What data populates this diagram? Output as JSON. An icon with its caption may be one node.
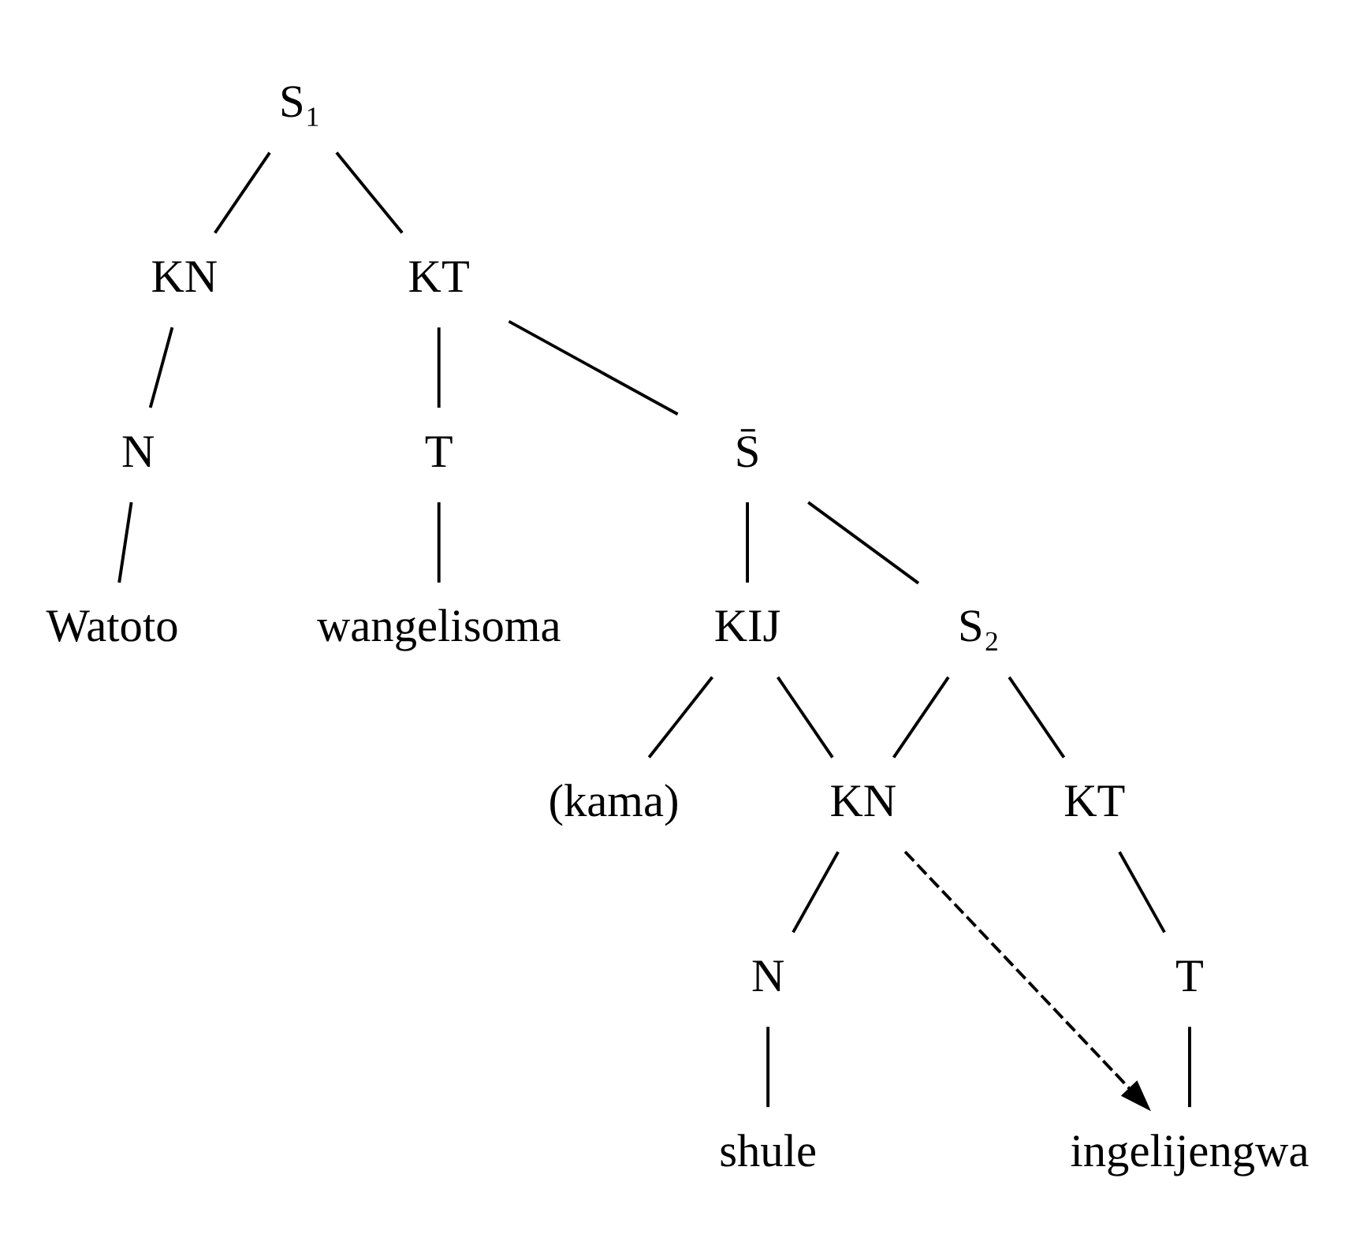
{
  "diagram": {
    "nodes": [
      {
        "text": [
          "S₁"
        ]
      },
      {
        "text": [
          "KN"
        ]
      },
      {
        "text": [
          "KT"
        ]
      },
      {
        "text": [
          "N"
        ]
      },
      {
        "text": [
          "T"
        ]
      },
      {
        "text": [
          "Watoto"
        ]
      },
      {
        "text": [
          "wangelisoma"
        ]
      },
      {
        "text": [
          "S̄"
        ]
      },
      {
        "text": [
          "KIJ"
        ]
      },
      {
        "text": [
          "S₂"
        ]
      },
      {
        "text": [
          "(kama)"
        ]
      },
      {
        "text": [
          "KN"
        ]
      },
      {
        "text": [
          "KT"
        ]
      },
      {
        "text": [
          "N"
        ]
      },
      {
        "text": [
          "T"
        ]
      },
      {
        "text": [
          "shule"
        ]
      },
      {
        "text": [
          "ingelijengwa"
        ]
      }
    ],
    "edges": [
      {
        "from": 0,
        "to": 1,
        "arrow": "none"
      },
      {
        "from": 0,
        "to": 2,
        "arrow": "none"
      },
      {
        "from": 1,
        "to": 3,
        "arrow": "none"
      },
      {
        "from": 3,
        "to": 5,
        "arrow": "none"
      },
      {
        "from": 2,
        "to": 4,
        "arrow": "none"
      },
      {
        "from": 4,
        "to": 6,
        "arrow": "none"
      },
      {
        "from": 2,
        "to": 7,
        "arrow": "none"
      },
      {
        "from": 7,
        "to": 8,
        "arrow": "none"
      },
      {
        "from": 7,
        "to": 9,
        "arrow": "none"
      },
      {
        "from": 8,
        "to": 10,
        "arrow": "none"
      },
      {
        "from": 8,
        "to": 11,
        "arrow": "none"
      },
      {
        "from": 9,
        "to": 11,
        "arrow": "none"
      },
      {
        "from": 9,
        "to": 12,
        "arrow": "none"
      },
      {
        "from": 11,
        "to": 13,
        "arrow": "none"
      },
      {
        "from": 13,
        "to": 15,
        "arrow": "none"
      },
      {
        "from": 12,
        "to": 14,
        "arrow": "none"
      },
      {
        "from": 14,
        "to": 16,
        "arrow": "none"
      },
      {
        "from": 11,
        "to": 16,
        "arrow": "to",
        "style": "dashed"
      }
    ]
  }
}
